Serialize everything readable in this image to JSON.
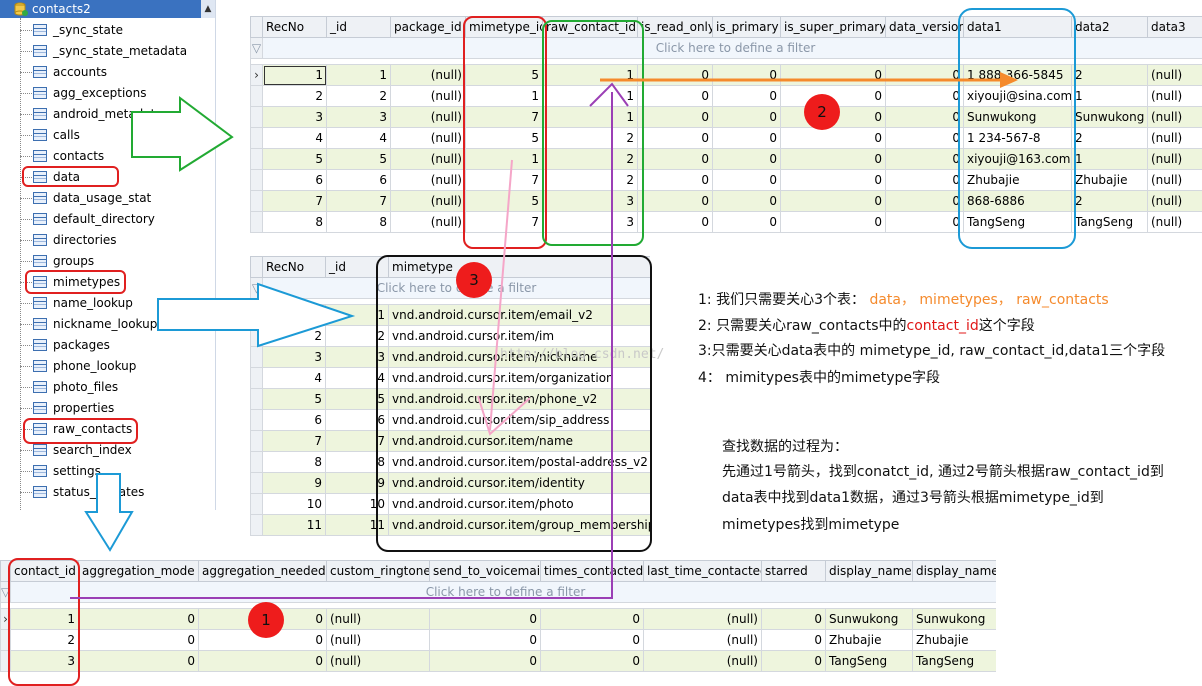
{
  "tree": {
    "root": "contacts2",
    "items": [
      {
        "label": "_sync_state"
      },
      {
        "label": "_sync_state_metadata"
      },
      {
        "label": "accounts"
      },
      {
        "label": "agg_exceptions"
      },
      {
        "label": "android_metadata"
      },
      {
        "label": "calls"
      },
      {
        "label": "contacts"
      },
      {
        "label": "data"
      },
      {
        "label": "data_usage_stat"
      },
      {
        "label": "default_directory"
      },
      {
        "label": "directories"
      },
      {
        "label": "groups"
      },
      {
        "label": "mimetypes"
      },
      {
        "label": "name_lookup"
      },
      {
        "label": "nickname_lookup"
      },
      {
        "label": "packages"
      },
      {
        "label": "phone_lookup"
      },
      {
        "label": "photo_files"
      },
      {
        "label": "properties"
      },
      {
        "label": "raw_contacts"
      },
      {
        "label": "search_index"
      },
      {
        "label": "settings"
      },
      {
        "label": "status_updates"
      }
    ]
  },
  "data_grid": {
    "columns": [
      "RecNo",
      "_id",
      "package_id",
      "mimetype_id",
      "raw_contact_id",
      "is_read_only",
      "is_primary",
      "is_super_primary",
      "data_version",
      "data1",
      "data2",
      "data3"
    ],
    "filter_text": "Click here to define a filter",
    "rows": [
      [
        "1",
        "1",
        "(null)",
        "5",
        "1",
        "0",
        "0",
        "0",
        "0",
        "1 888-366-5845",
        "2",
        "(null)"
      ],
      [
        "2",
        "2",
        "(null)",
        "1",
        "1",
        "0",
        "0",
        "0",
        "0",
        "xiyouji@sina.com",
        "1",
        "(null)"
      ],
      [
        "3",
        "3",
        "(null)",
        "7",
        "1",
        "0",
        "0",
        "0",
        "0",
        "Sunwukong",
        "Sunwukong",
        "(null)"
      ],
      [
        "4",
        "4",
        "(null)",
        "5",
        "2",
        "0",
        "0",
        "0",
        "0",
        "1 234-567-8",
        "2",
        "(null)"
      ],
      [
        "5",
        "5",
        "(null)",
        "1",
        "2",
        "0",
        "0",
        "0",
        "0",
        "xiyouji@163.com",
        "1",
        "(null)"
      ],
      [
        "6",
        "6",
        "(null)",
        "7",
        "2",
        "0",
        "0",
        "0",
        "0",
        "Zhubajie",
        "Zhubajie",
        "(null)"
      ],
      [
        "7",
        "7",
        "(null)",
        "5",
        "3",
        "0",
        "0",
        "0",
        "0",
        "868-6886",
        "2",
        "(null)"
      ],
      [
        "8",
        "8",
        "(null)",
        "7",
        "3",
        "0",
        "0",
        "0",
        "0",
        "TangSeng",
        "TangSeng",
        "(null)"
      ]
    ]
  },
  "mimetypes_grid": {
    "columns": [
      "RecNo",
      "_id",
      "mimetype"
    ],
    "filter_text": "Click here to define a filter",
    "rows": [
      [
        "1",
        "1",
        "vnd.android.cursor.item/email_v2"
      ],
      [
        "2",
        "2",
        "vnd.android.cursor.item/im"
      ],
      [
        "3",
        "3",
        "vnd.android.cursor.item/nickname"
      ],
      [
        "4",
        "4",
        "vnd.android.cursor.item/organization"
      ],
      [
        "5",
        "5",
        "vnd.android.cursor.item/phone_v2"
      ],
      [
        "6",
        "6",
        "vnd.android.cursor.item/sip_address"
      ],
      [
        "7",
        "7",
        "vnd.android.cursor.item/name"
      ],
      [
        "8",
        "8",
        "vnd.android.cursor.item/postal-address_v2"
      ],
      [
        "9",
        "9",
        "vnd.android.cursor.item/identity"
      ],
      [
        "10",
        "10",
        "vnd.android.cursor.item/photo"
      ],
      [
        "11",
        "11",
        "vnd.android.cursor.item/group_membership"
      ]
    ]
  },
  "raw_contacts_grid": {
    "columns": [
      "contact_id",
      "aggregation_mode",
      "aggregation_needed",
      "custom_ringtone",
      "send_to_voicemail",
      "times_contacted",
      "last_time_contacted",
      "starred",
      "display_name",
      "display_name_"
    ],
    "filter_text": "Click here to define a filter",
    "rows": [
      [
        "1",
        "0",
        "0",
        "(null)",
        "0",
        "0",
        "(null)",
        "0",
        "Sunwukong",
        "Sunwukong"
      ],
      [
        "2",
        "0",
        "0",
        "(null)",
        "0",
        "0",
        "(null)",
        "0",
        "Zhubajie",
        "Zhubajie"
      ],
      [
        "3",
        "0",
        "0",
        "(null)",
        "0",
        "0",
        "(null)",
        "0",
        "TangSeng",
        "TangSeng"
      ]
    ]
  },
  "badges": {
    "b1": "1",
    "b2": "2",
    "b3": "3"
  },
  "notes": {
    "n1_prefix": "1: 我们只需要关心3个表：",
    "n1_tables": "data， mimetypes， raw_contacts",
    "n2_prefix": "2: 只需要关心raw_contacts中的",
    "n2_field": "contact_id",
    "n2_suffix": "这个字段",
    "n3": "3:只需要关心data表中的 mimetype_id, raw_contact_id,data1三个字段",
    "n4": "4： mimitypes表中的mimetype字段",
    "p_title": "查找数据的过程为：",
    "p_line1": "先通过1号箭头，找到conatct_id, 通过2号箭头根据raw_contact_id到",
    "p_line2": "data表中找到data1数据，通过3号箭头根据mimetype_id到",
    "p_line3": "mimetypes找到mimetype"
  },
  "watermark": "http://blog.csdn.net/",
  "colors": {
    "green_box": "#22aa33",
    "blue_box": "#1c9ad6",
    "red_box": "#e02020",
    "black_box": "#111111",
    "orange_arrow": "#f58a2c",
    "purple_arrow": "#9b3fb5",
    "pink_arrow": "#f5a6c8",
    "badge_red": "#ee1c1c",
    "row_green": "#eef5dd",
    "tree_select": "#3a72c0"
  }
}
